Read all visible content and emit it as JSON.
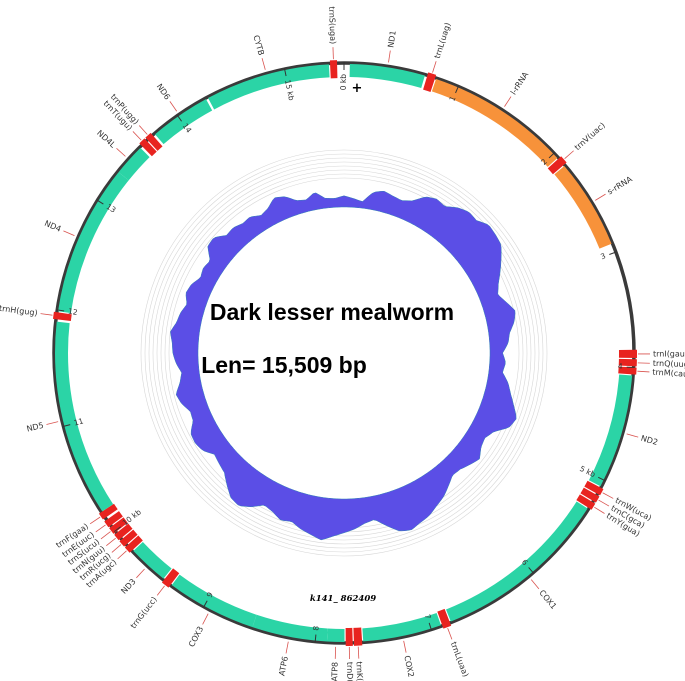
{
  "organism": "Dark lesser mealworm",
  "length_label": "Len= 15,509 bp",
  "genome_length_bp": 15509,
  "contig_label": "k141_ 862409",
  "colors": {
    "background": "#ffffff",
    "backbone": "#3a3a3a",
    "protein_coding": "#2bd4a6",
    "rrna": "#f7923a",
    "trna": "#e8231f",
    "gc_content": "#5b4ee6",
    "label_leader": "#d9534f"
  },
  "ticks": [
    {
      "kb": 0,
      "label": "0 kb"
    },
    {
      "kb": 1,
      "label": "1"
    },
    {
      "kb": 2,
      "label": "2"
    },
    {
      "kb": 3,
      "label": "3"
    },
    {
      "kb": 4,
      "label": "4"
    },
    {
      "kb": 5,
      "label": "5 kb"
    },
    {
      "kb": 6,
      "label": "6"
    },
    {
      "kb": 7,
      "label": "7"
    },
    {
      "kb": 8,
      "label": "8"
    },
    {
      "kb": 9,
      "label": "9"
    },
    {
      "kb": 10,
      "label": "10 kb"
    },
    {
      "kb": 11,
      "label": "11"
    },
    {
      "kb": 12,
      "label": "12"
    },
    {
      "kb": 13,
      "label": "13"
    },
    {
      "kb": 14,
      "label": "14"
    },
    {
      "kb": 15,
      "label": "15 kb"
    }
  ],
  "features": [
    {
      "name": "ND1",
      "type": "protein_coding",
      "start_kb": 0.05,
      "end_kb": 0.7
    },
    {
      "name": "trnL(uag)",
      "type": "trna",
      "start_kb": 0.72,
      "end_kb": 0.79
    },
    {
      "name": "l-rRNA",
      "type": "rrna",
      "start_kb": 0.8,
      "end_kb": 2.05
    },
    {
      "name": "trnV(uac)",
      "type": "trna",
      "start_kb": 2.06,
      "end_kb": 2.13
    },
    {
      "name": "s-rRNA",
      "type": "rrna",
      "start_kb": 2.14,
      "end_kb": 2.92
    },
    {
      "name": "trnI(gau)",
      "type": "trna",
      "start_kb": 3.85,
      "end_kb": 3.92
    },
    {
      "name": "trnQ(uug)",
      "type": "trna",
      "start_kb": 3.93,
      "end_kb": 3.99
    },
    {
      "name": "trnM(cau)",
      "type": "trna",
      "start_kb": 4.0,
      "end_kb": 4.06
    },
    {
      "name": "ND2",
      "type": "protein_coding",
      "start_kb": 4.07,
      "end_kb": 5.06
    },
    {
      "name": "trnW(uca)",
      "type": "trna",
      "start_kb": 5.07,
      "end_kb": 5.13
    },
    {
      "name": "trnC(gca)",
      "type": "trna",
      "start_kb": 5.14,
      "end_kb": 5.2
    },
    {
      "name": "trnY(gua)",
      "type": "trna",
      "start_kb": 5.21,
      "end_kb": 5.27
    },
    {
      "name": "COX1",
      "type": "protein_coding",
      "start_kb": 5.28,
      "end_kb": 6.82
    },
    {
      "name": "trnL(uaa)",
      "type": "trna",
      "start_kb": 6.83,
      "end_kb": 6.9
    },
    {
      "name": "COX2",
      "type": "protein_coding",
      "start_kb": 6.91,
      "end_kb": 7.59
    },
    {
      "name": "trnK(cuu)",
      "type": "trna",
      "start_kb": 7.6,
      "end_kb": 7.67
    },
    {
      "name": "trnD(guc)",
      "type": "trna",
      "start_kb": 7.68,
      "end_kb": 7.74
    },
    {
      "name": "ATP8",
      "type": "protein_coding",
      "start_kb": 7.75,
      "end_kb": 7.9
    },
    {
      "name": "ATP6",
      "type": "protein_coding",
      "start_kb": 7.9,
      "end_kb": 8.55
    },
    {
      "name": "COX3",
      "type": "protein_coding",
      "start_kb": 8.55,
      "end_kb": 9.33
    },
    {
      "name": "trnG(ucc)",
      "type": "trna",
      "start_kb": 9.34,
      "end_kb": 9.41
    },
    {
      "name": "ND3",
      "type": "protein_coding",
      "start_kb": 9.42,
      "end_kb": 9.77
    },
    {
      "name": "trnA(ugc)",
      "type": "trna",
      "start_kb": 9.78,
      "end_kb": 9.84
    },
    {
      "name": "trnR(ucg)",
      "type": "trna",
      "start_kb": 9.85,
      "end_kb": 9.91
    },
    {
      "name": "trnN(guu)",
      "type": "trna",
      "start_kb": 9.92,
      "end_kb": 9.98
    },
    {
      "name": "trnS(ucu)",
      "type": "trna",
      "start_kb": 9.99,
      "end_kb": 10.05
    },
    {
      "name": "trnE(uuc)",
      "type": "trna",
      "start_kb": 10.06,
      "end_kb": 10.12
    },
    {
      "name": "trnF(gaa)",
      "type": "trna",
      "start_kb": 10.14,
      "end_kb": 10.2
    },
    {
      "name": "ND5",
      "type": "protein_coding",
      "start_kb": 10.2,
      "end_kb": 11.9
    },
    {
      "name": "trnH(gug)",
      "type": "trna",
      "start_kb": 11.92,
      "end_kb": 11.98
    },
    {
      "name": "ND4",
      "type": "protein_coding",
      "start_kb": 11.99,
      "end_kb": 13.3
    },
    {
      "name": "ND4L",
      "type": "protein_coding",
      "start_kb": 13.3,
      "end_kb": 13.58
    },
    {
      "name": "trnT(ugu)",
      "type": "trna",
      "start_kb": 13.6,
      "end_kb": 13.66
    },
    {
      "name": "trnP(ugg)",
      "type": "trna",
      "start_kb": 13.67,
      "end_kb": 13.73
    },
    {
      "name": "ND6",
      "type": "protein_coding",
      "start_kb": 13.75,
      "end_kb": 14.28
    },
    {
      "name": "CYTB",
      "type": "protein_coding",
      "start_kb": 14.3,
      "end_kb": 15.38
    },
    {
      "name": "trnS(uga)",
      "type": "trna",
      "start_kb": 15.39,
      "end_kb": 15.45
    }
  ],
  "gc_profile": [
    0.15,
    0.1,
    0.05,
    0.28,
    0.35,
    0.3,
    0.27,
    0.35,
    0.55,
    0.62,
    0.58,
    0.72,
    0.8,
    0.78,
    0.9,
    0.88,
    0.85,
    0.7,
    0.55,
    0.4,
    0.3,
    0.42,
    0.55,
    0.48,
    0.35,
    0.3,
    0.18,
    0.25,
    0.2,
    0.35,
    0.45,
    0.58,
    0.72,
    0.65,
    0.4,
    0.3,
    0.34,
    0.46,
    0.38,
    0.3,
    0.28,
    0.4,
    0.52,
    0.6,
    0.7,
    0.75,
    0.82,
    0.76,
    0.58,
    0.4,
    0.45,
    0.55,
    0.62,
    0.7,
    0.8,
    0.72,
    0.65,
    0.55,
    0.6,
    0.5,
    0.45,
    0.62,
    0.74,
    0.7,
    0.55,
    0.4,
    0.35,
    0.3,
    0.45,
    0.5,
    0.48,
    0.32,
    0.3,
    0.42,
    0.48,
    0.35,
    0.28,
    0.38,
    0.44,
    0.46,
    0.52,
    0.42,
    0.38,
    0.3,
    0.4,
    0.36,
    0.25,
    0.3,
    0.26,
    0.48,
    0.5,
    0.34,
    0.36,
    0.3,
    0.32,
    0.22,
    0.28,
    0.42,
    0.36,
    0.2,
    0.16,
    0.28,
    0.12,
    0.1
  ],
  "origin_marker": "+"
}
